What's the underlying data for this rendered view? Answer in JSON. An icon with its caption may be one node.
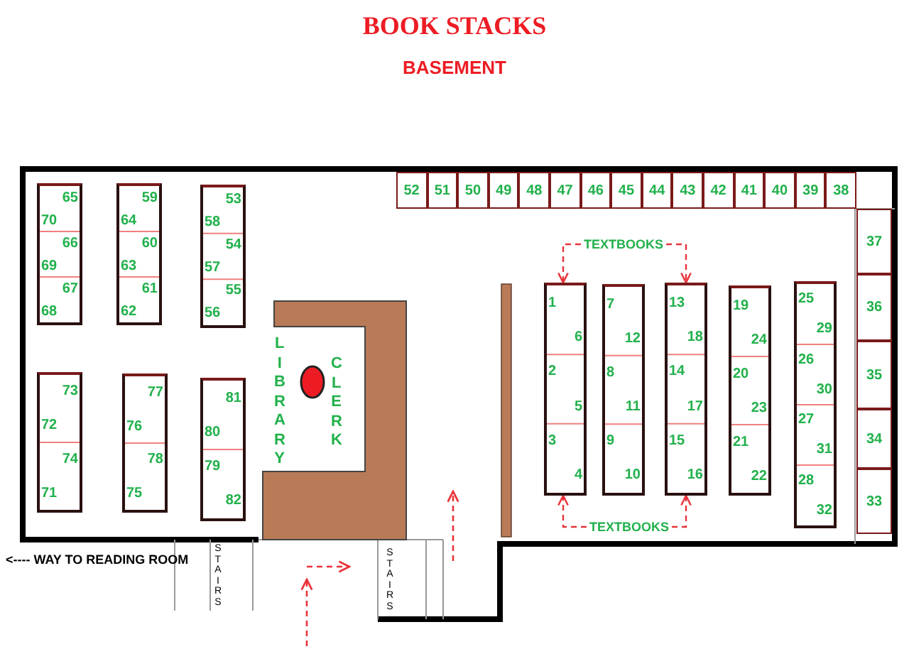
{
  "diagram": {
    "title": "BOOK STACKS",
    "nodes": [
      {
        "text": [
          "65",
          "70",
          "66",
          "69",
          "67",
          "68"
        ]
      },
      {
        "text": [
          "59",
          "64",
          "60",
          "63",
          "61",
          "62"
        ]
      },
      {
        "text": [
          "53",
          "58",
          "54",
          "57",
          "55",
          "56"
        ]
      },
      {
        "text": [
          "73",
          "72",
          "74",
          "71"
        ]
      },
      {
        "text": [
          "77",
          "76",
          "78",
          "75"
        ]
      },
      {
        "text": [
          "81",
          "80",
          "79",
          "82"
        ]
      },
      {
        "text": [
          "TEXTBOOKS"
        ]
      },
      {
        "text": [
          "1",
          "6",
          "2",
          "5",
          "3",
          "4"
        ]
      },
      {
        "text": [
          "7",
          "12",
          "8",
          "11",
          "9",
          "10"
        ]
      },
      {
        "text": [
          "13",
          "18",
          "14",
          "17",
          "15",
          "16"
        ]
      },
      {
        "text": [
          "19",
          "24",
          "20",
          "23",
          "21",
          "22"
        ]
      },
      {
        "text": [
          "25",
          "29",
          "26",
          "30",
          "27",
          "31",
          "28",
          "32"
        ]
      },
      {
        "text": [
          "TEXTBOOKS"
        ]
      },
      {
        "text": [
          "52"
        ]
      },
      {
        "text": [
          "51"
        ]
      },
      {
        "text": [
          "50"
        ]
      },
      {
        "text": [
          "49"
        ]
      },
      {
        "text": [
          "48"
        ]
      },
      {
        "text": [
          "47"
        ]
      },
      {
        "text": [
          "46"
        ]
      },
      {
        "text": [
          "45"
        ]
      },
      {
        "text": [
          "44"
        ]
      },
      {
        "text": [
          "43"
        ]
      },
      {
        "text": [
          "42"
        ]
      },
      {
        "text": [
          "41"
        ]
      },
      {
        "text": [
          "40"
        ]
      },
      {
        "text": [
          "39"
        ]
      },
      {
        "text": [
          "38"
        ]
      },
      {
        "text": [
          "37"
        ]
      },
      {
        "text": [
          "36"
        ]
      },
      {
        "text": [
          "35"
        ]
      },
      {
        "text": [
          "34"
        ]
      },
      {
        "text": [
          "33"
        ]
      }
    ],
    "edges": [
      {
        "from": 6,
        "to": 7,
        "arrow": "to",
        "style": "dashed"
      },
      {
        "from": 6,
        "to": 9,
        "arrow": "to",
        "style": "dashed"
      },
      {
        "from": 12,
        "to": 7,
        "arrow": "to",
        "style": "dashed"
      },
      {
        "from": 12,
        "to": 9,
        "arrow": "to",
        "style": "dashed"
      }
    ],
    "labels": [
      "BASEMENT",
      "LIBRARY",
      "CLERK",
      "STAIRS",
      "STAIRS",
      "<---- WAY TO READING ROOM"
    ]
  }
}
